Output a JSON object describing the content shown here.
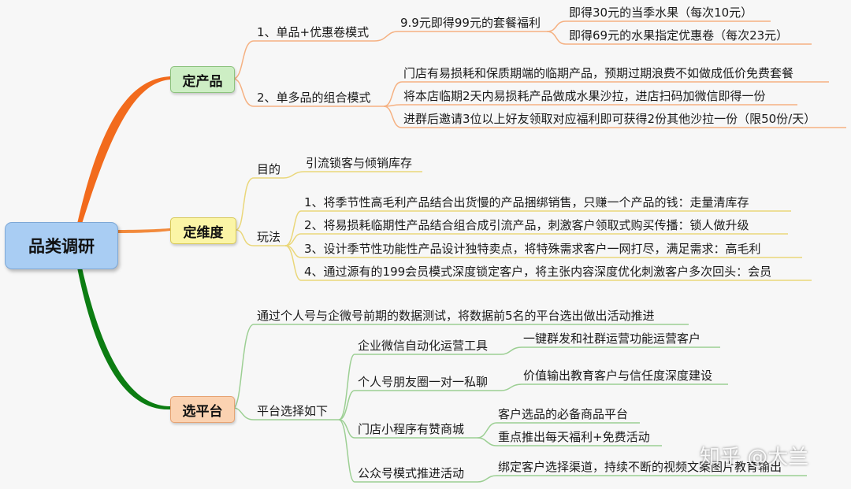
{
  "root": "品类调研",
  "branches": {
    "product": {
      "title": "定产品",
      "mode1": {
        "label": "1、单品+优惠卷模式",
        "offer": "9.9元即得99元的套餐福利",
        "items": [
          "即得30元的当季水果（每次10元）",
          "即得69元的水果指定优惠卷（每次23元）"
        ]
      },
      "mode2": {
        "label": "2、单多品的组合模式",
        "items": [
          "门店有易损耗和保质期端的临期产品，预期过期浪费不如做成低价免费套餐",
          "将本店临期2天内易损耗产品做成水果沙拉，进店扫码加微信即得一份",
          "进群后邀请3位以上好友领取对应福利即可获得2份其他沙拉一份（限50份/天）"
        ]
      }
    },
    "dimension": {
      "title": "定维度",
      "purpose": {
        "label": "目的",
        "value": "引流锁客与倾销库存"
      },
      "play": {
        "label": "玩法",
        "items": [
          "1、将季节性高毛利产品结合出货慢的产品捆绑销售，只赚一个产品的钱：走量清库存",
          "2、将易损耗临期性产品结合组合成引流产品，刺激客户领取式购买传播：锁人做升级",
          "3、设计季节性功能性产品设计独特卖点，将特殊需求客户一网打尽，满足需求：高毛利",
          "4、通过源有的199会员模式深度锁定客户，将主张内容深度优化刺激客户多次回头：会员"
        ]
      }
    },
    "platform": {
      "title": "选平台",
      "intro": "通过个人号与企微号前期的数据测试，将数据前5名的平台选出做出活动推进",
      "choose": {
        "label": "平台选择如下",
        "items": [
          {
            "name": "企业微信自动化运营工具",
            "details": [
              "一键群发和社群运营功能运营客户"
            ]
          },
          {
            "name": "个人号朋友圈一对一私聊",
            "details": [
              "价值输出教育客户与信任度深度建设"
            ]
          },
          {
            "name": "门店小程序有赞商城",
            "details": [
              "客户选品的必备商品平台",
              "重点推出每天福利+免费活动"
            ]
          },
          {
            "name": "公众号模式推进活动",
            "details": [
              "绑定客户选择渠道，持续不断的视频文案图片教育输出"
            ]
          }
        ]
      }
    }
  },
  "watermark": "知乎 @大兰",
  "colors": {
    "branch_product": "#f26b1d",
    "branch_dimension": "#f28a3c",
    "branch_platform": "#0c7d12",
    "line_product": "#f5b182",
    "line_dimension": "#ead77a",
    "line_platform": "#9ccf93"
  }
}
